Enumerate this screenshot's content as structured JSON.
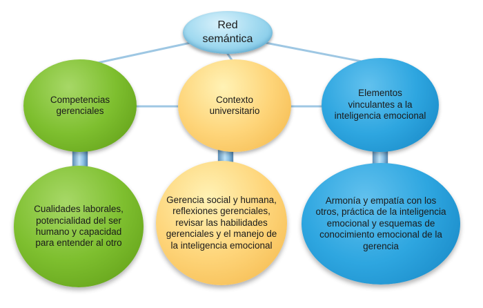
{
  "root": {
    "label": "Red semántica"
  },
  "level1": [
    {
      "label": "Competencias gerenciales"
    },
    {
      "label": "Contexto universitario"
    },
    {
      "label": "Elementos vinculantes a la inteligencia emocional"
    }
  ],
  "level2": [
    {
      "label": "Cualidades laborales, potencialidad del ser humano y capacidad para entender al otro"
    },
    {
      "label": "Gerencia social y humana, reflexiones gerenciales, revisar las habilidades gerenciales y el manejo de la inteligencia emocional"
    },
    {
      "label": "Armonía y empatía con los otros, práctica de la inteligencia emocional y esquemas de conocimiento emocional de la gerencia"
    }
  ],
  "colors": {
    "root": "#a6dcf1",
    "green": "#7ebf2f",
    "yellow": "#fed57a",
    "blue": "#2ea6e0",
    "connector": "#9ec7e3"
  }
}
